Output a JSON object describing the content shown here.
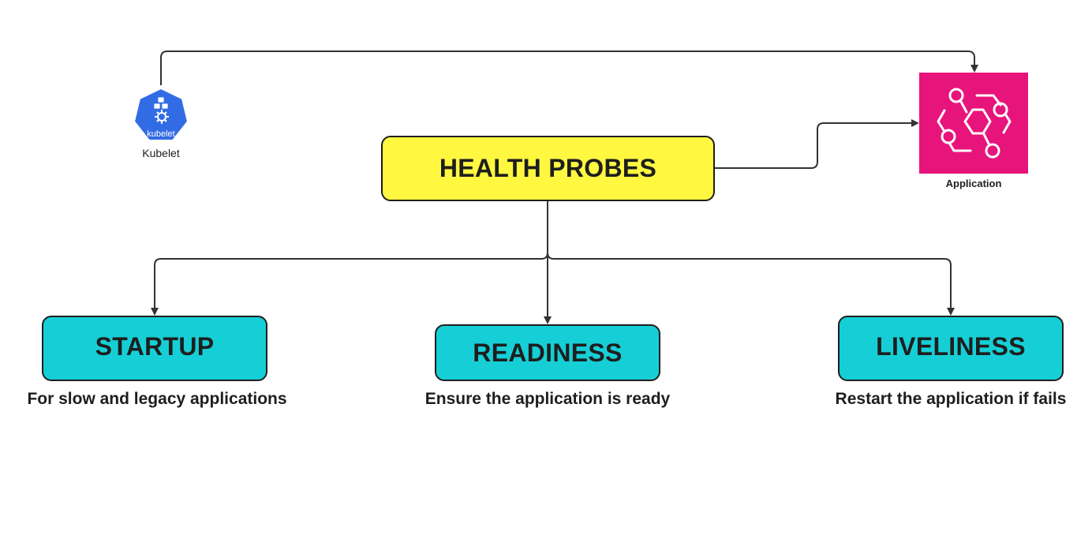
{
  "diagram": {
    "hub": {
      "label": "HEALTH PROBES"
    },
    "probes": [
      {
        "label": "STARTUP",
        "description": "For slow and legacy applications"
      },
      {
        "label": "READINESS",
        "description": "Ensure the application is ready"
      },
      {
        "label": "LIVELINESS",
        "description": "Restart the application if fails"
      }
    ],
    "kubelet": {
      "label": "Kubelet",
      "logo_text": "kubelet",
      "logo_icon": "kubernetes-kubelet-icon"
    },
    "application": {
      "label": "Application",
      "icon": "event-bus-hexagon-icon"
    }
  },
  "colors": {
    "hub_fill": "#fff740",
    "probe_fill": "#16cfd6",
    "application_fill": "#e7157b",
    "kubelet_fill": "#326ce5",
    "border": "#1e1e1e",
    "connector": "#333333"
  }
}
